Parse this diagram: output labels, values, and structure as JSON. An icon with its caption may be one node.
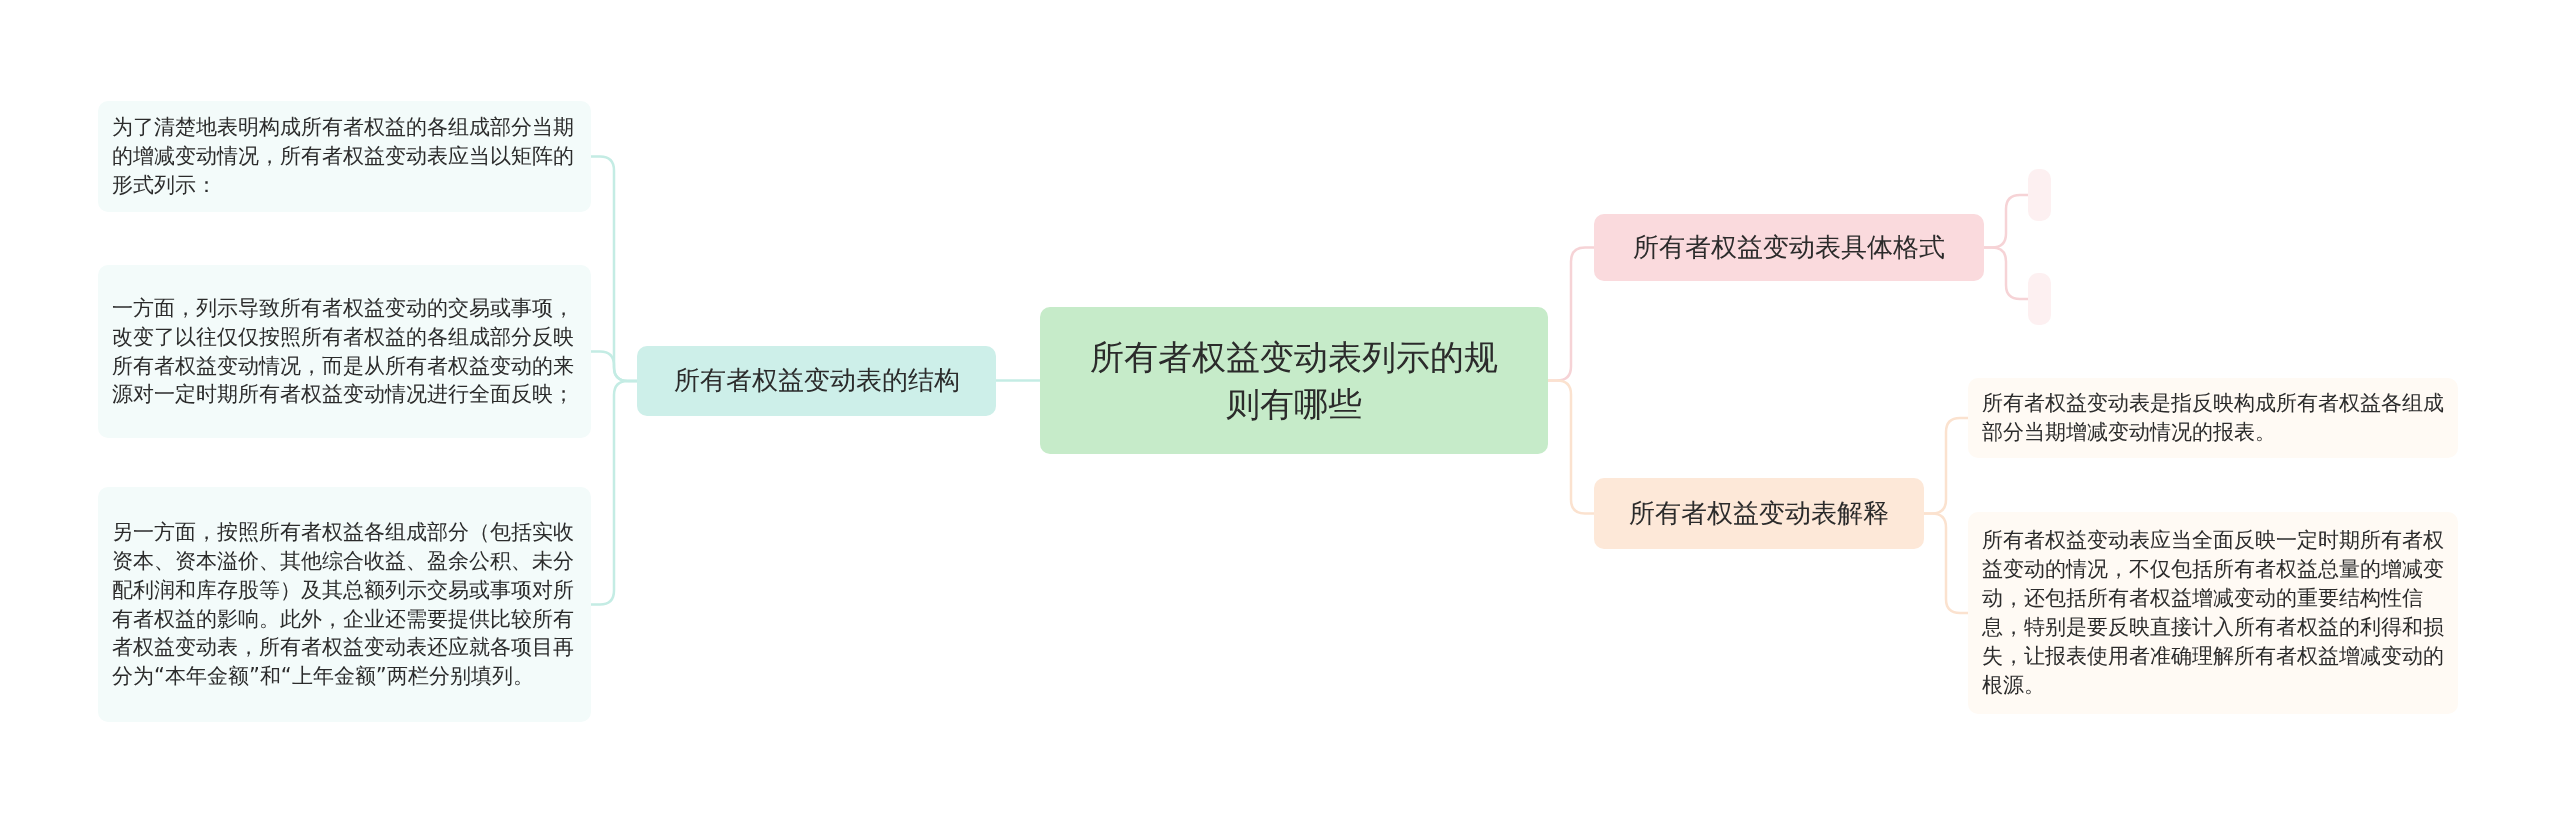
{
  "diagram": {
    "nodes": [
      {
        "text": [
          "所有者权益变动表列示的规则有哪些"
        ]
      },
      {
        "text": [
          "所有者权益变动表的结构"
        ]
      },
      {
        "text": [
          "为了清楚地表明构成所有者权益的各组成部分当期的增减变动情况，所有者权益变动表应当以矩阵的形式列示："
        ]
      },
      {
        "text": [
          "一方面，列示导致所有者权益变动的交易或事项，改变了以往仅仅按照所有者权益的各组成部分反映所有者权益变动情况，而是从所有者权益变动的来源对一定时期所有者权益变动情况进行全面反映；"
        ]
      },
      {
        "text": [
          "另一方面，按照所有者权益各组成部分（包括实收资本、资本溢价、其他综合收益、盈余公积、未分配利润和库存股等）及其总额列示交易或事项对所有者权益的影响。此外，企业还需要提供比较所有者权益变动表，所有者权益变动表还应就各项目再分为“本年金额”和“上年金额”两栏分别填列。"
        ]
      },
      {
        "text": [
          "所有者权益变动表具体格式"
        ]
      },
      {
        "text": [],
        "shape": "box"
      },
      {
        "text": [],
        "shape": "box"
      },
      {
        "text": [
          "所有者权益变动表解释"
        ]
      },
      {
        "text": [
          "所有者权益变动表是指反映构成所有者权益各组成部分当期增减变动情况的报表。"
        ]
      },
      {
        "text": [
          "所有者权益变动表应当全面反映一定时期所有者权益变动的情况，不仅包括所有者权益总量的增减变动，还包括所有者权益增减变动的重要结构性信息，特别是要反映直接计入所有者权益的利得和损失，让报表使用者准确理解所有者权益增减变动的根源。"
        ]
      }
    ],
    "edges": [
      {
        "from": 0,
        "to": 1,
        "arrow": "none",
        "color": "#c4ece4"
      },
      {
        "from": 1,
        "to": 2,
        "arrow": "none",
        "color": "#c4ece4"
      },
      {
        "from": 1,
        "to": 3,
        "arrow": "none",
        "color": "#c4ece4"
      },
      {
        "from": 1,
        "to": 4,
        "arrow": "none",
        "color": "#c4ece4"
      },
      {
        "from": 0,
        "to": 5,
        "arrow": "none",
        "color": "#f6d3d6"
      },
      {
        "from": 5,
        "to": 6,
        "arrow": "none",
        "color": "#f6d3d6"
      },
      {
        "from": 5,
        "to": 7,
        "arrow": "none",
        "color": "#f6d3d6"
      },
      {
        "from": 0,
        "to": 8,
        "arrow": "none",
        "color": "#fbe2cf"
      },
      {
        "from": 8,
        "to": 9,
        "arrow": "none",
        "color": "#fbe2cf"
      },
      {
        "from": 8,
        "to": 10,
        "arrow": "none",
        "color": "#fbe2cf"
      }
    ]
  }
}
